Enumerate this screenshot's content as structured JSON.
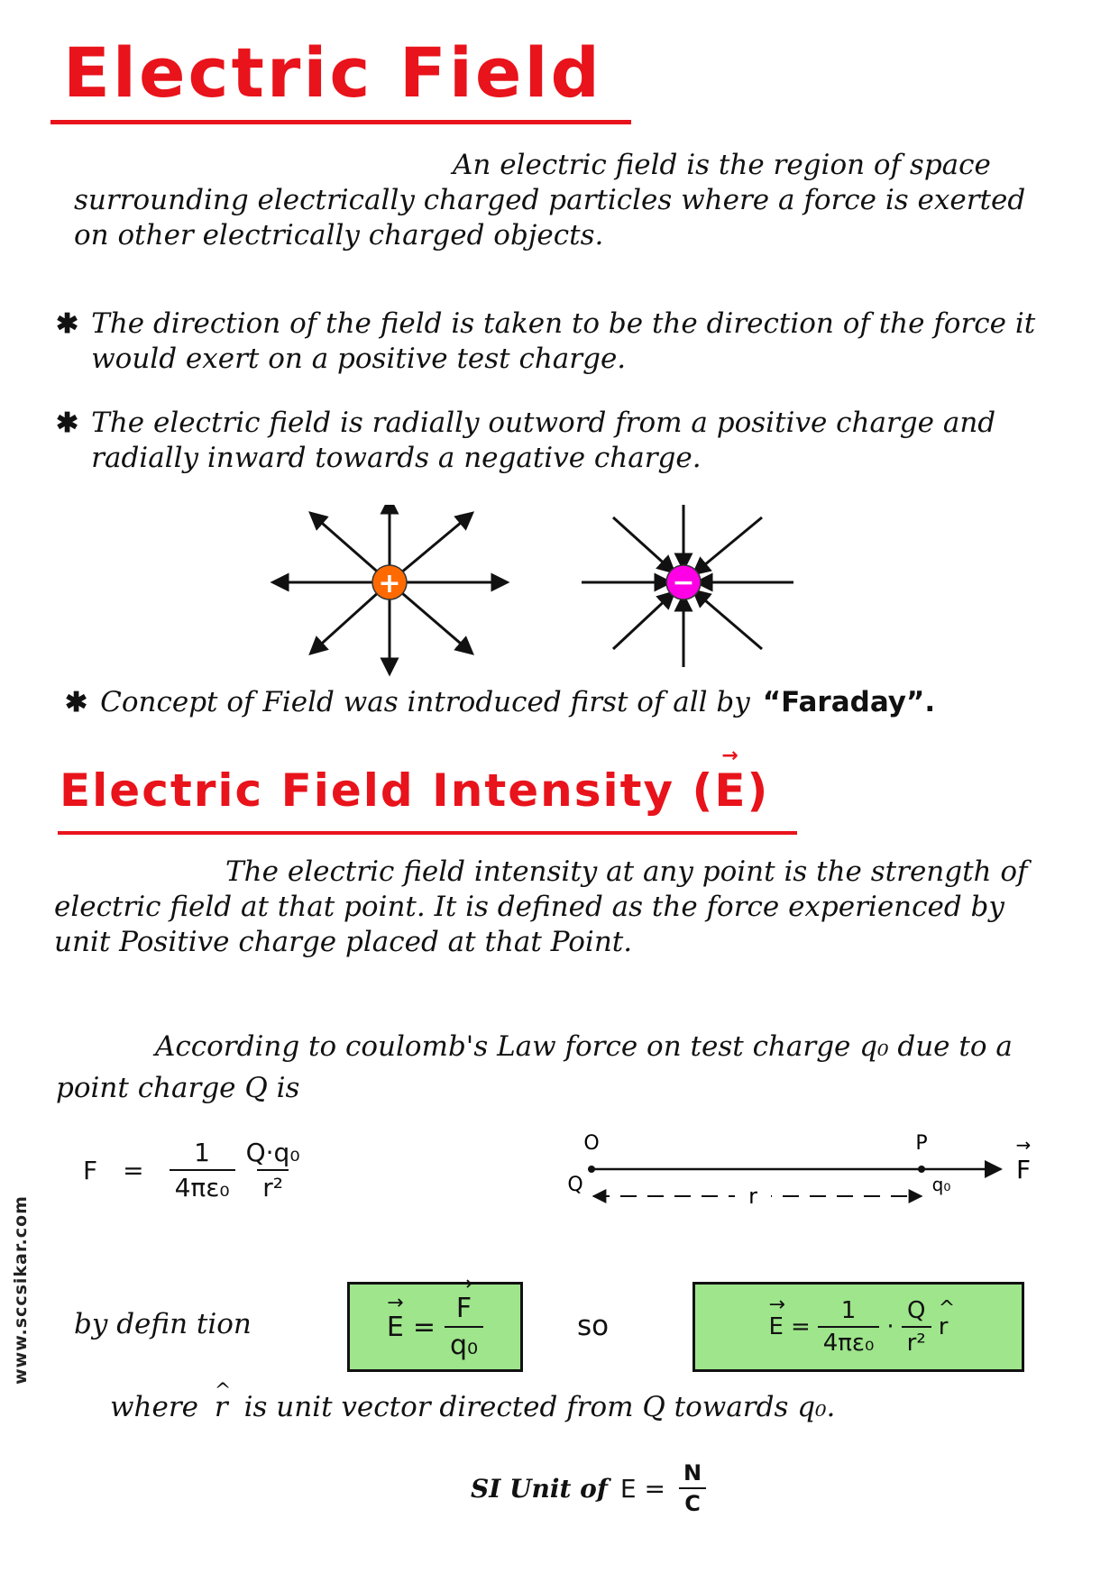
{
  "title": "Electric Field",
  "intro": "An electric field is the region of space surrounding electrically charged particles where a force is exerted on other electrically charged objects.",
  "bullets": [
    "The direction of the field is taken to be the direction of the force it would exert on a positive test charge.",
    "The electric field is radially outword from a positive charge and radially inward towards a negative charge."
  ],
  "diagram": {
    "positive_symbol": "+",
    "negative_symbol": "−",
    "positive_color": "#ff6a00",
    "negative_color": "#ff00e6"
  },
  "faraday": {
    "text": "Concept of Field was introduced first of all by",
    "name": "“Faraday”."
  },
  "section2": {
    "heading": "Electric Field Intensity (",
    "heading_symbol": "E",
    "heading_close": ")",
    "intro": "The electric field intensity at any point is the strength of electric field at that point. It is defined as the force experienced by unit Positive charge placed at that Point.",
    "coulomb": "According to coulomb's Law force on test charge q₀ due to a point charge Q is"
  },
  "formula": {
    "lhs": "F",
    "eq": "=",
    "num1": "1",
    "den1": "4πε₀",
    "num2": "Q·q₀",
    "den2": "r²"
  },
  "figure": {
    "label_o": "O",
    "label_p": "P",
    "label_q_source": "Q",
    "label_q_test": "q₀",
    "label_force": "F",
    "label_distance": "r"
  },
  "definition": {
    "prefix": "by defin tion",
    "box1_lhs": "E",
    "box1_eq": "=",
    "box1_num": "F",
    "box1_den": "q₀",
    "so": "so",
    "box2_lhs": "E",
    "box2_eq": "=",
    "box2_num1": "1",
    "box2_den1": "4πε₀",
    "box2_dot": "·",
    "box2_num2": "Q",
    "box2_den2": "r²",
    "box2_unit": "r",
    "box_color": "#9ee58b"
  },
  "unit_vector_note": {
    "prefix": "where",
    "symbol": "r",
    "text": "is unit vector directed from Q towards q₀."
  },
  "si_unit": {
    "label": "SI Unit of",
    "quantity": "E =",
    "num": "N",
    "den": "C"
  },
  "sidebar_url": "www.sccsikar.com",
  "colors": {
    "heading": "#e8131b",
    "ink": "#111111"
  }
}
